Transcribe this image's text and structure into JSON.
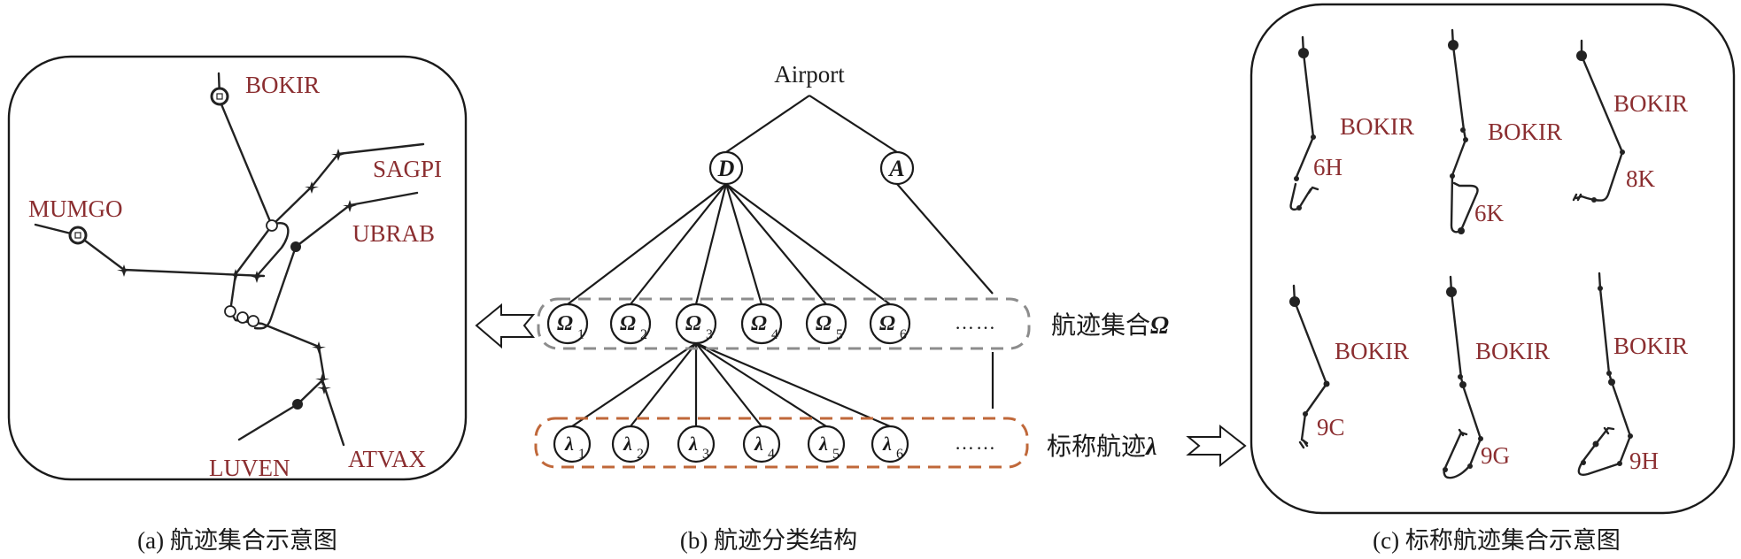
{
  "colors": {
    "waypoint_label": "#8b2e30",
    "stroke": "#1a1a1a",
    "omega_box": "#8c8c8c",
    "lambda_box": "#c0683a"
  },
  "panel_a": {
    "caption": "(a) 航迹集合示意图",
    "waypoints": [
      "BOKIR",
      "SAGPI",
      "MUMGO",
      "UBRAB",
      "LUVEN",
      "ATVAX"
    ]
  },
  "panel_b": {
    "caption": "(b) 航迹分类结构",
    "root_label": "Airport",
    "level1": [
      {
        "symbol": "D"
      },
      {
        "symbol": "A"
      }
    ],
    "omega_nodes": [
      {
        "symbol": "Ω",
        "sub": "1"
      },
      {
        "symbol": "Ω",
        "sub": "2"
      },
      {
        "symbol": "Ω",
        "sub": "3"
      },
      {
        "symbol": "Ω",
        "sub": "4"
      },
      {
        "symbol": "Ω",
        "sub": "5"
      },
      {
        "symbol": "Ω",
        "sub": "6"
      }
    ],
    "lambda_nodes": [
      {
        "symbol": "λ",
        "sub": "1"
      },
      {
        "symbol": "λ",
        "sub": "2"
      },
      {
        "symbol": "λ",
        "sub": "3"
      },
      {
        "symbol": "λ",
        "sub": "4"
      },
      {
        "symbol": "λ",
        "sub": "5"
      },
      {
        "symbol": "λ",
        "sub": "6"
      }
    ],
    "ellipsis": "……",
    "omega_set_label": "航迹集合",
    "omega_set_symbol": "Ω",
    "lambda_set_label": "标称航迹",
    "lambda_set_symbol": "λ"
  },
  "panel_c": {
    "caption": "(c) 标称航迹集合示意图",
    "routes": [
      {
        "waypoint": "BOKIR",
        "procedure": "6H"
      },
      {
        "waypoint": "BOKIR",
        "procedure": "6K"
      },
      {
        "waypoint": "BOKIR",
        "procedure": "8K"
      },
      {
        "waypoint": "BOKIR",
        "procedure": "9C"
      },
      {
        "waypoint": "BOKIR",
        "procedure": "9G"
      },
      {
        "waypoint": "BOKIR",
        "procedure": "9H"
      }
    ]
  }
}
